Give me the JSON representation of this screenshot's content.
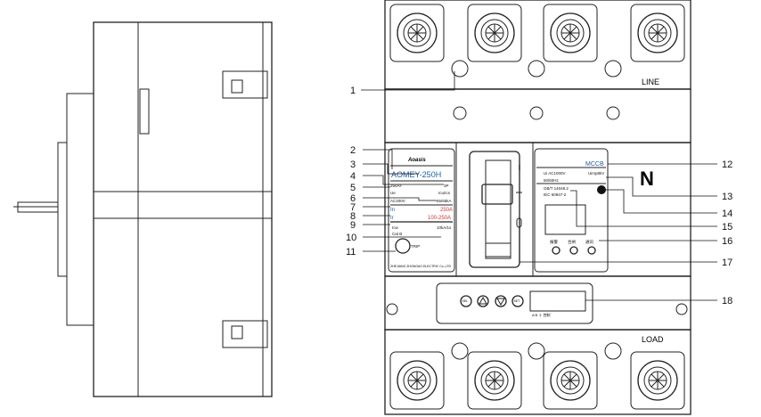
{
  "brand": "Aoasis",
  "model": "AOMEY-250H",
  "nameplate": {
    "frame": "250AF",
    "poles": "3P",
    "ue_label": "Ue",
    "icu_ics_label": "Icu/Ics",
    "voltage": "AC400V",
    "icu_ics_value": "65/65kA",
    "in_label": "In",
    "in_value": "250A",
    "ir_label": "Ir",
    "ir_value": "100-250A",
    "icw_label": "Icw",
    "icw_value": "10kA/1s",
    "category": "Cat B",
    "trip_label": "TRIP",
    "manufacturer": "ZHEJIANG ZHONGAO ELECTRIC Co.,LTD"
  },
  "right_plate": {
    "type": "MCCB",
    "ui": "Ui AC1000V",
    "uimp": "Uimp8kV",
    "freq": "50/60Hz",
    "std1": "GB/T 14048.2",
    "std2": "IEC 60947-2",
    "leds": [
      "报警",
      "合闸",
      "通讯"
    ]
  },
  "neutral_mark": "N",
  "line_label": "LINE",
  "load_label": "LOAD",
  "bottom_panel": {
    "btn1": "SEL",
    "btn4": "SET",
    "indicators": "A B ⏚ 控制"
  },
  "callouts_left": [
    "1",
    "2",
    "3",
    "4",
    "5",
    "6",
    "7",
    "8",
    "9",
    "10",
    "11"
  ],
  "callouts_right": [
    "12",
    "13",
    "14",
    "15",
    "16",
    "17",
    "18"
  ]
}
